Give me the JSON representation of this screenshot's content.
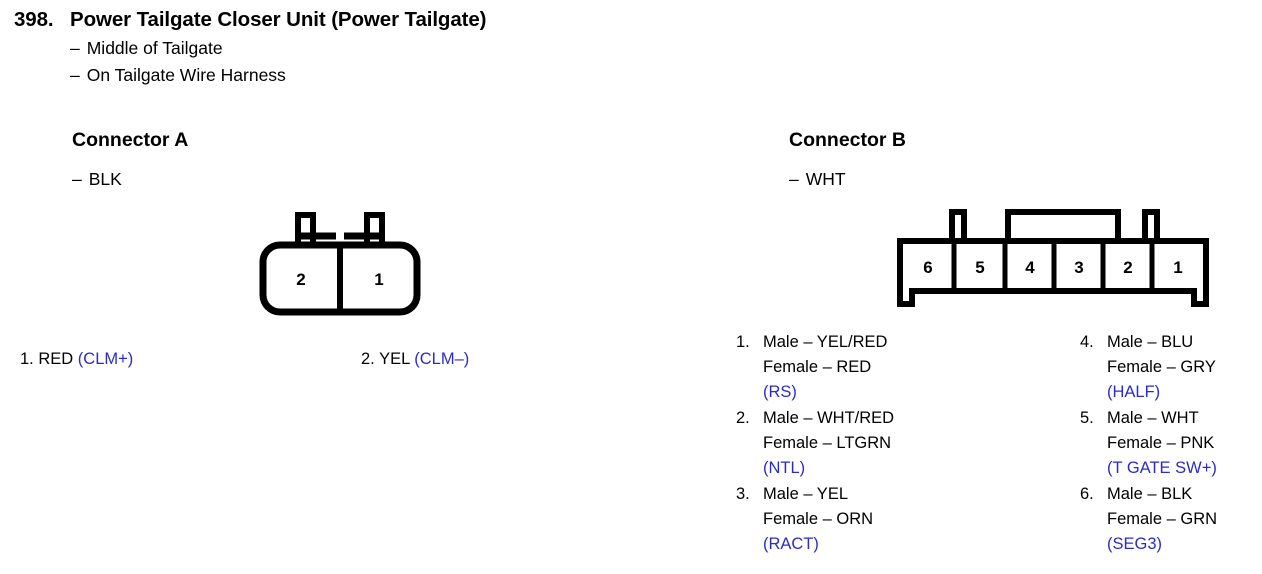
{
  "header": {
    "number": "398.",
    "title": "Power Tailgate Closer Unit (Power Tailgate)",
    "locations": [
      {
        "dash": "–",
        "text": "Middle of Tailgate"
      },
      {
        "dash": "–",
        "text": "On Tailgate Wire Harness"
      }
    ]
  },
  "connector_a": {
    "heading": "Connector A",
    "dash": "–",
    "color": "BLK",
    "cavities": [
      "2",
      "1"
    ],
    "pins": [
      {
        "num": "1.",
        "wire": "RED",
        "signal": "(CLM+)"
      },
      {
        "num": "2.",
        "wire": "YEL",
        "signal": "(CLM–)"
      }
    ]
  },
  "connector_b": {
    "heading": "Connector B",
    "dash": "–",
    "color": "WHT",
    "cavities": [
      "6",
      "5",
      "4",
      "3",
      "2",
      "1"
    ],
    "pins_left": [
      {
        "num": "1.",
        "male": "Male – YEL/RED",
        "female": "Female – RED",
        "signal": "(RS)"
      },
      {
        "num": "2.",
        "male": "Male – WHT/RED",
        "female": "Female – LTGRN",
        "signal": "(NTL)"
      },
      {
        "num": "3.",
        "male": "Male – YEL",
        "female": "Female – ORN",
        "signal": "(RACT)"
      }
    ],
    "pins_right": [
      {
        "num": "4.",
        "male": "Male – BLU",
        "female": "Female – GRY",
        "signal": "(HALF)"
      },
      {
        "num": "5.",
        "male": "Male – WHT",
        "female": "Female – PNK",
        "signal": "(T GATE SW+)"
      },
      {
        "num": "6.",
        "male": "Male – BLK",
        "female": "Female – GRN",
        "signal": "(SEG3)"
      }
    ]
  },
  "colors": {
    "ink": "#000000",
    "signal_blue": "#2b2bc8"
  }
}
